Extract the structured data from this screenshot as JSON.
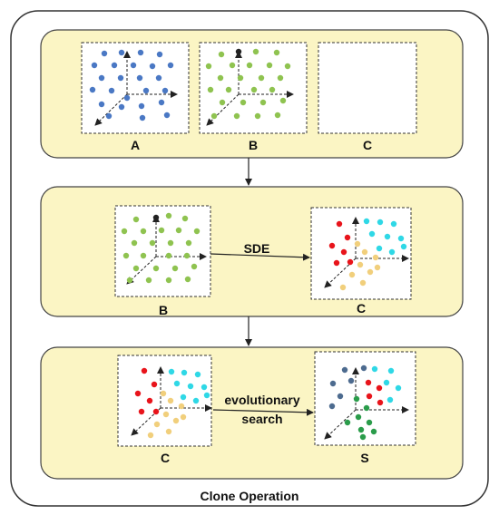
{
  "colors": {
    "panel_fill": "#fbf5c4",
    "panel_stroke": "#444444",
    "outer_stroke": "#333333",
    "blue": "#4a78c4",
    "green": "#8fc350",
    "red": "#e8141b",
    "cyan": "#2fd8e6",
    "tan": "#f1cf7c",
    "slate": "#4d6b8f",
    "dark_green": "#2a9c4a",
    "axis": "#222222"
  },
  "outer": {
    "caption": "Clone Operation"
  },
  "panel1": {
    "box_a_label": "A",
    "box_b_label": "B",
    "box_c_label": "C"
  },
  "panel2": {
    "box_b_label": "B",
    "box_c_label": "C",
    "arrow_label": "SDE"
  },
  "panel3": {
    "box_c_label": "C",
    "box_s_label": "S",
    "arrow_label_line1": "evolutionary",
    "arrow_label_line2": "search"
  }
}
